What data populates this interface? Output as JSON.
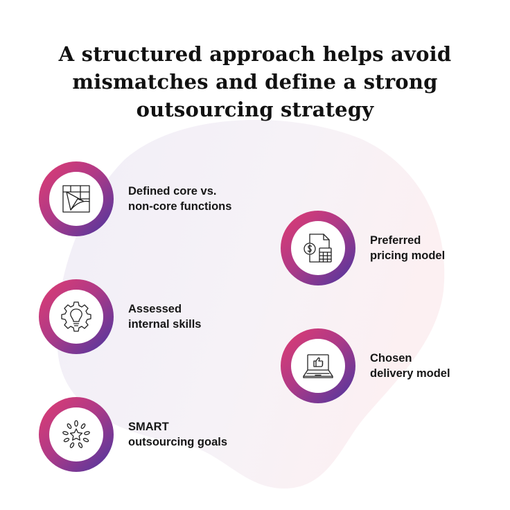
{
  "title": {
    "line1": "A structured approach helps avoid",
    "line2": "mismatches and define a strong",
    "line3": "outsourcing strategy"
  },
  "items": [
    {
      "line1": "Defined core vs.",
      "line2": "non-core functions",
      "icon": "flowchart-chart-icon"
    },
    {
      "line1": "Preferred",
      "line2": "pricing model",
      "icon": "invoice-calculator-icon"
    },
    {
      "line1": "Assessed",
      "line2": "internal skills",
      "icon": "gear-lightbulb-icon"
    },
    {
      "line1": "Chosen",
      "line2": "delivery model",
      "icon": "laptop-thumbs-up-icon"
    },
    {
      "line1": "SMART",
      "line2": "outsourcing goals",
      "icon": "star-laurel-icon"
    }
  ],
  "colors": {
    "ring_start": "#e03c72",
    "ring_mid": "#b03a86",
    "ring_end": "#4a36a0",
    "blob_light": "#f4f1f8",
    "blob_warm": "#fbeff1",
    "text": "#161616"
  }
}
